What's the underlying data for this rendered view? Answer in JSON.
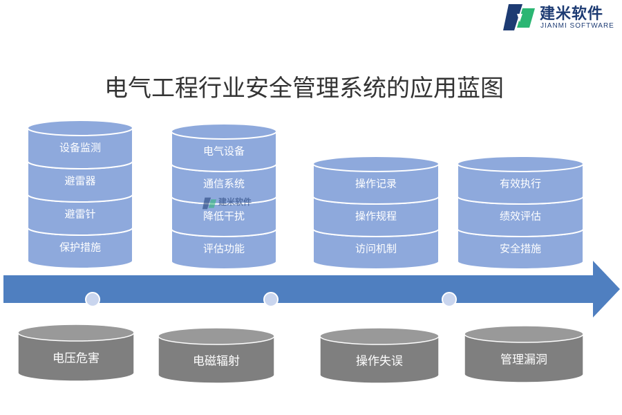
{
  "logo": {
    "cn": "建米软件",
    "en": "JIANMI SOFTWARE"
  },
  "title": "电气工程行业安全管理系统的应用蓝图",
  "watermark": "建米软件",
  "colors": {
    "stack_fill": "#8ea9dc",
    "stack_rim": "#ffffff",
    "arrow": "#4f7fc0",
    "risk_fill": "#7f7f7f",
    "risk_top": "#999999",
    "dot": "#c9d5ee"
  },
  "stacks": [
    {
      "items": [
        "设备监测",
        "避雷器",
        "避雷针",
        "保护措施"
      ]
    },
    {
      "items": [
        "电气设备",
        "通信系统",
        "降低干扰",
        "评估功能"
      ]
    },
    {
      "items": [
        "操作记录",
        "操作规程",
        "访问机制"
      ]
    },
    {
      "items": [
        "有效执行",
        "绩效评估",
        "安全措施"
      ]
    }
  ],
  "risks": [
    "电压危害",
    "电磁辐射",
    "操作失误",
    "管理漏洞"
  ]
}
